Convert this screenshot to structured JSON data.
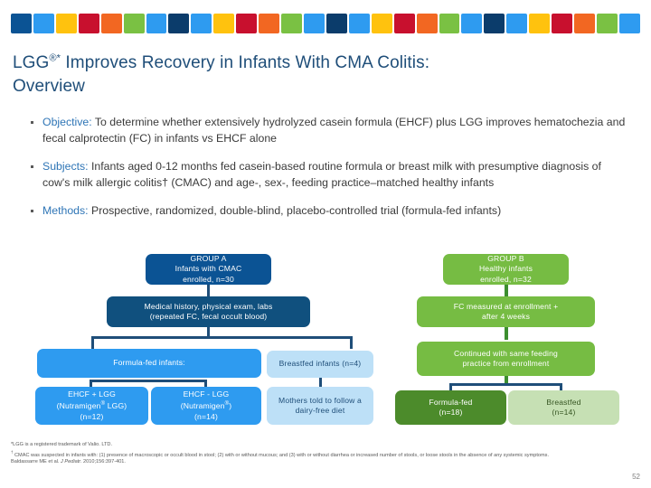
{
  "color_bar": {
    "name": "decorative-color-strip",
    "colors": [
      "#0B5394",
      "#2E9BF0",
      "#FFC20E",
      "#C8102E",
      "#F26722",
      "#7AC143",
      "#2E9BF0",
      "#0B3C6B",
      "#2E9BF0",
      "#FFC20E",
      "#C8102E",
      "#F26722",
      "#7AC143",
      "#2E9BF0",
      "#0B3C6B",
      "#2E9BF0",
      "#FFC20E",
      "#C8102E",
      "#F26722",
      "#7AC143",
      "#2E9BF0",
      "#0B3C6B",
      "#2E9BF0",
      "#FFC20E",
      "#C8102E",
      "#F26722",
      "#7AC143",
      "#2E9BF0"
    ]
  },
  "title": {
    "line1_prefix": "LGG",
    "line1_sup": "®*",
    "line1_rest": " Improves Recovery in Infants With CMA Colitis:",
    "line2": "Overview",
    "color": "#1F4E79"
  },
  "bullets": [
    {
      "lead": "Objective:",
      "text": " To determine whether extensively hydrolyzed casein formula (EHCF) plus LGG improves hematochezia and fecal calprotectin (FC) in infants vs EHCF alone"
    },
    {
      "lead": "Subjects:",
      "text": " Infants aged 0-12 months fed casein-based routine formula or breast milk with presumptive diagnosis of cow's milk allergic colitis† (CMAC) and age-, sex-, feeding practice–matched healthy infants"
    },
    {
      "lead": "Methods:",
      "text": " Prospective, randomized, double-blind, placebo-controlled trial (formula-fed infants)"
    }
  ],
  "flowchart": {
    "group_a": {
      "title": "GROUP A",
      "line2": "Infants with CMAC",
      "line3": "enrolled, n=30"
    },
    "group_b": {
      "title": "GROUP B",
      "line2": "Healthy infants",
      "line3": "enrolled, n=32"
    },
    "a_assess": {
      "line1": "Medical history, physical exam, labs",
      "line2": "(repeated FC, fecal occult blood)"
    },
    "b_assess": {
      "line1": "FC measured at enrollment +",
      "line2": "after 4 weeks"
    },
    "a_formula_fed": {
      "line1": "Formula-fed infants:"
    },
    "a_breastfed": {
      "line1": "Breastfed infants (n=4)"
    },
    "b_continued": {
      "line1": "Continued with same feeding",
      "line2": "practice from enrollment"
    },
    "a_ehcf_lgg": {
      "line1": "EHCF + LGG",
      "line2_prefix": "(Nutramigen",
      "line2_sup": "®",
      "line2_rest": " LGG)",
      "line3": "(n=12)"
    },
    "a_ehcf_no_lgg": {
      "line1": "EHCF - LGG",
      "line2_prefix": "(Nutramigen",
      "line2_sup": "®",
      "line2_rest": ")",
      "line3": "(n=14)"
    },
    "a_mothers": {
      "line1": "Mothers told to follow a",
      "line2": "dairy-free diet"
    },
    "b_formula_fed": {
      "line1": "Formula-fed",
      "line2": "(n=18)"
    },
    "b_breastfed": {
      "line1": "Breastfed",
      "line2": "(n=14)"
    }
  },
  "footnotes": {
    "fn1": "*LGG is a registered trademark of Valio. LTD.",
    "fn2_marker": "†",
    "fn2": " CMAC was suspected in infants with: (1) presence of macroscopic or occult blood in stool; (2) with or without mucous; and (3) with or without diarrhea or increased number of stools, or loose stools in the absence of any systemic symptoms.",
    "citation_prefix": "Baldassarre ME et al. ",
    "citation_journal": "J Pediatr.",
    "citation_suffix": " 2010;156:397-401."
  },
  "page_number": "52"
}
